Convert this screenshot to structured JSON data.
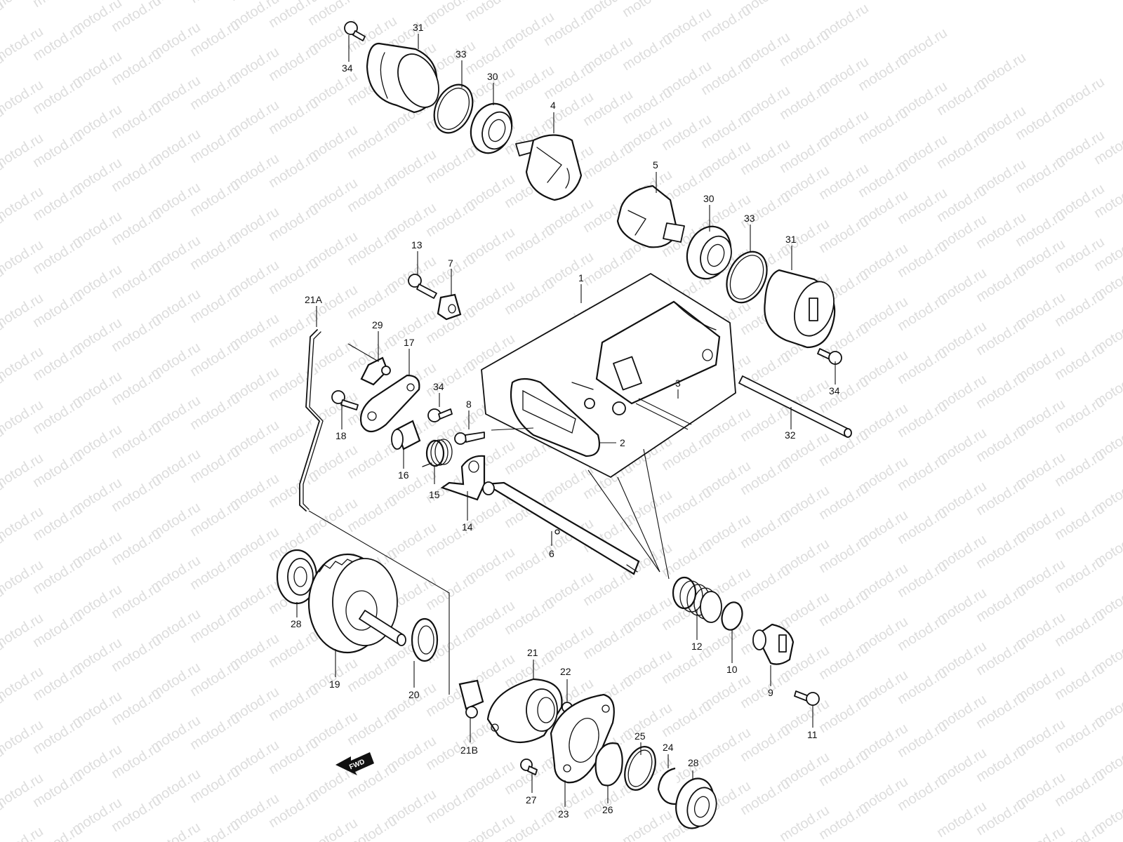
{
  "watermark": "motod.ru",
  "fwd_label": "FWD",
  "callouts": {
    "c1": "1",
    "c2": "2",
    "c3": "3",
    "c4": "4",
    "c5": "5",
    "c6": "6",
    "c7": "7",
    "c8": "8",
    "c9": "9",
    "c10": "10",
    "c11": "11",
    "c12": "12",
    "c13": "13",
    "c14": "14",
    "c15": "15",
    "c16": "16",
    "c17": "17",
    "c18": "18",
    "c19": "19",
    "c20": "20",
    "c21": "21",
    "c21A": "21A",
    "c21B": "21B",
    "c22": "22",
    "c23": "23",
    "c24": "24",
    "c25": "25",
    "c26": "26",
    "c27": "27",
    "c28a": "28",
    "c28b": "28",
    "c29": "29",
    "c30a": "30",
    "c30b": "30",
    "c31a": "31",
    "c31b": "31",
    "c32": "32",
    "c33a": "33",
    "c33b": "33",
    "c34a": "34",
    "c34b": "34",
    "c34c": "34"
  }
}
